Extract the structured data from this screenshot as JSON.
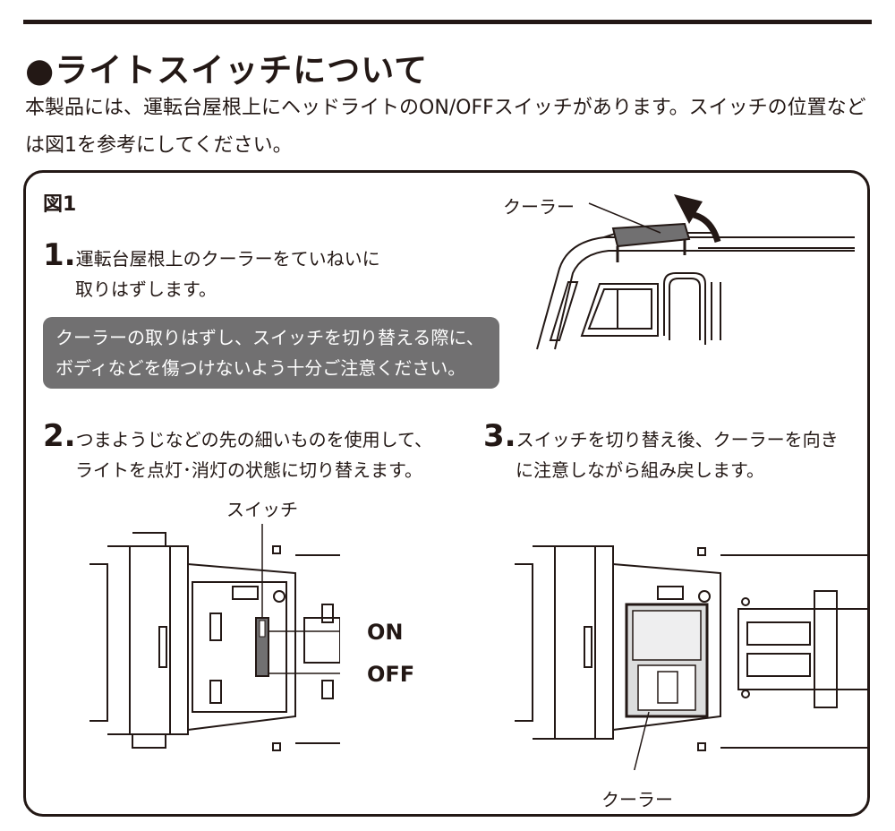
{
  "heading": "●ライトスイッチについて",
  "intro": "本製品には、運転台屋根上にヘッドライトのON/OFFスイッチがあります。スイッチの位置などは図1を参考にしてください。",
  "figure": {
    "label": "図1",
    "step1": {
      "num": "1.",
      "line1": "運転台屋根上のクーラーをていねいに",
      "line2": "取りはずします。"
    },
    "note": {
      "line1": "クーラーの取りはずし、スイッチを切り替える際に、",
      "line2": "ボディなどを傷つけないよう十分ご注意ください。"
    },
    "step2": {
      "num": "2.",
      "line1": "つまようじなどの先の細いものを使用して、",
      "line2": "ライトを点灯･消灯の状態に切り替えます。"
    },
    "step3": {
      "num": "3.",
      "line1": "スイッチを切り替え後、クーラーを向き",
      "line2": "に注意しながら組み戻します。"
    },
    "callouts": {
      "cooler_top": "クーラー",
      "switch": "スイッチ",
      "on": "ON",
      "off": "OFF",
      "cooler_bottom": "クーラー"
    }
  }
}
